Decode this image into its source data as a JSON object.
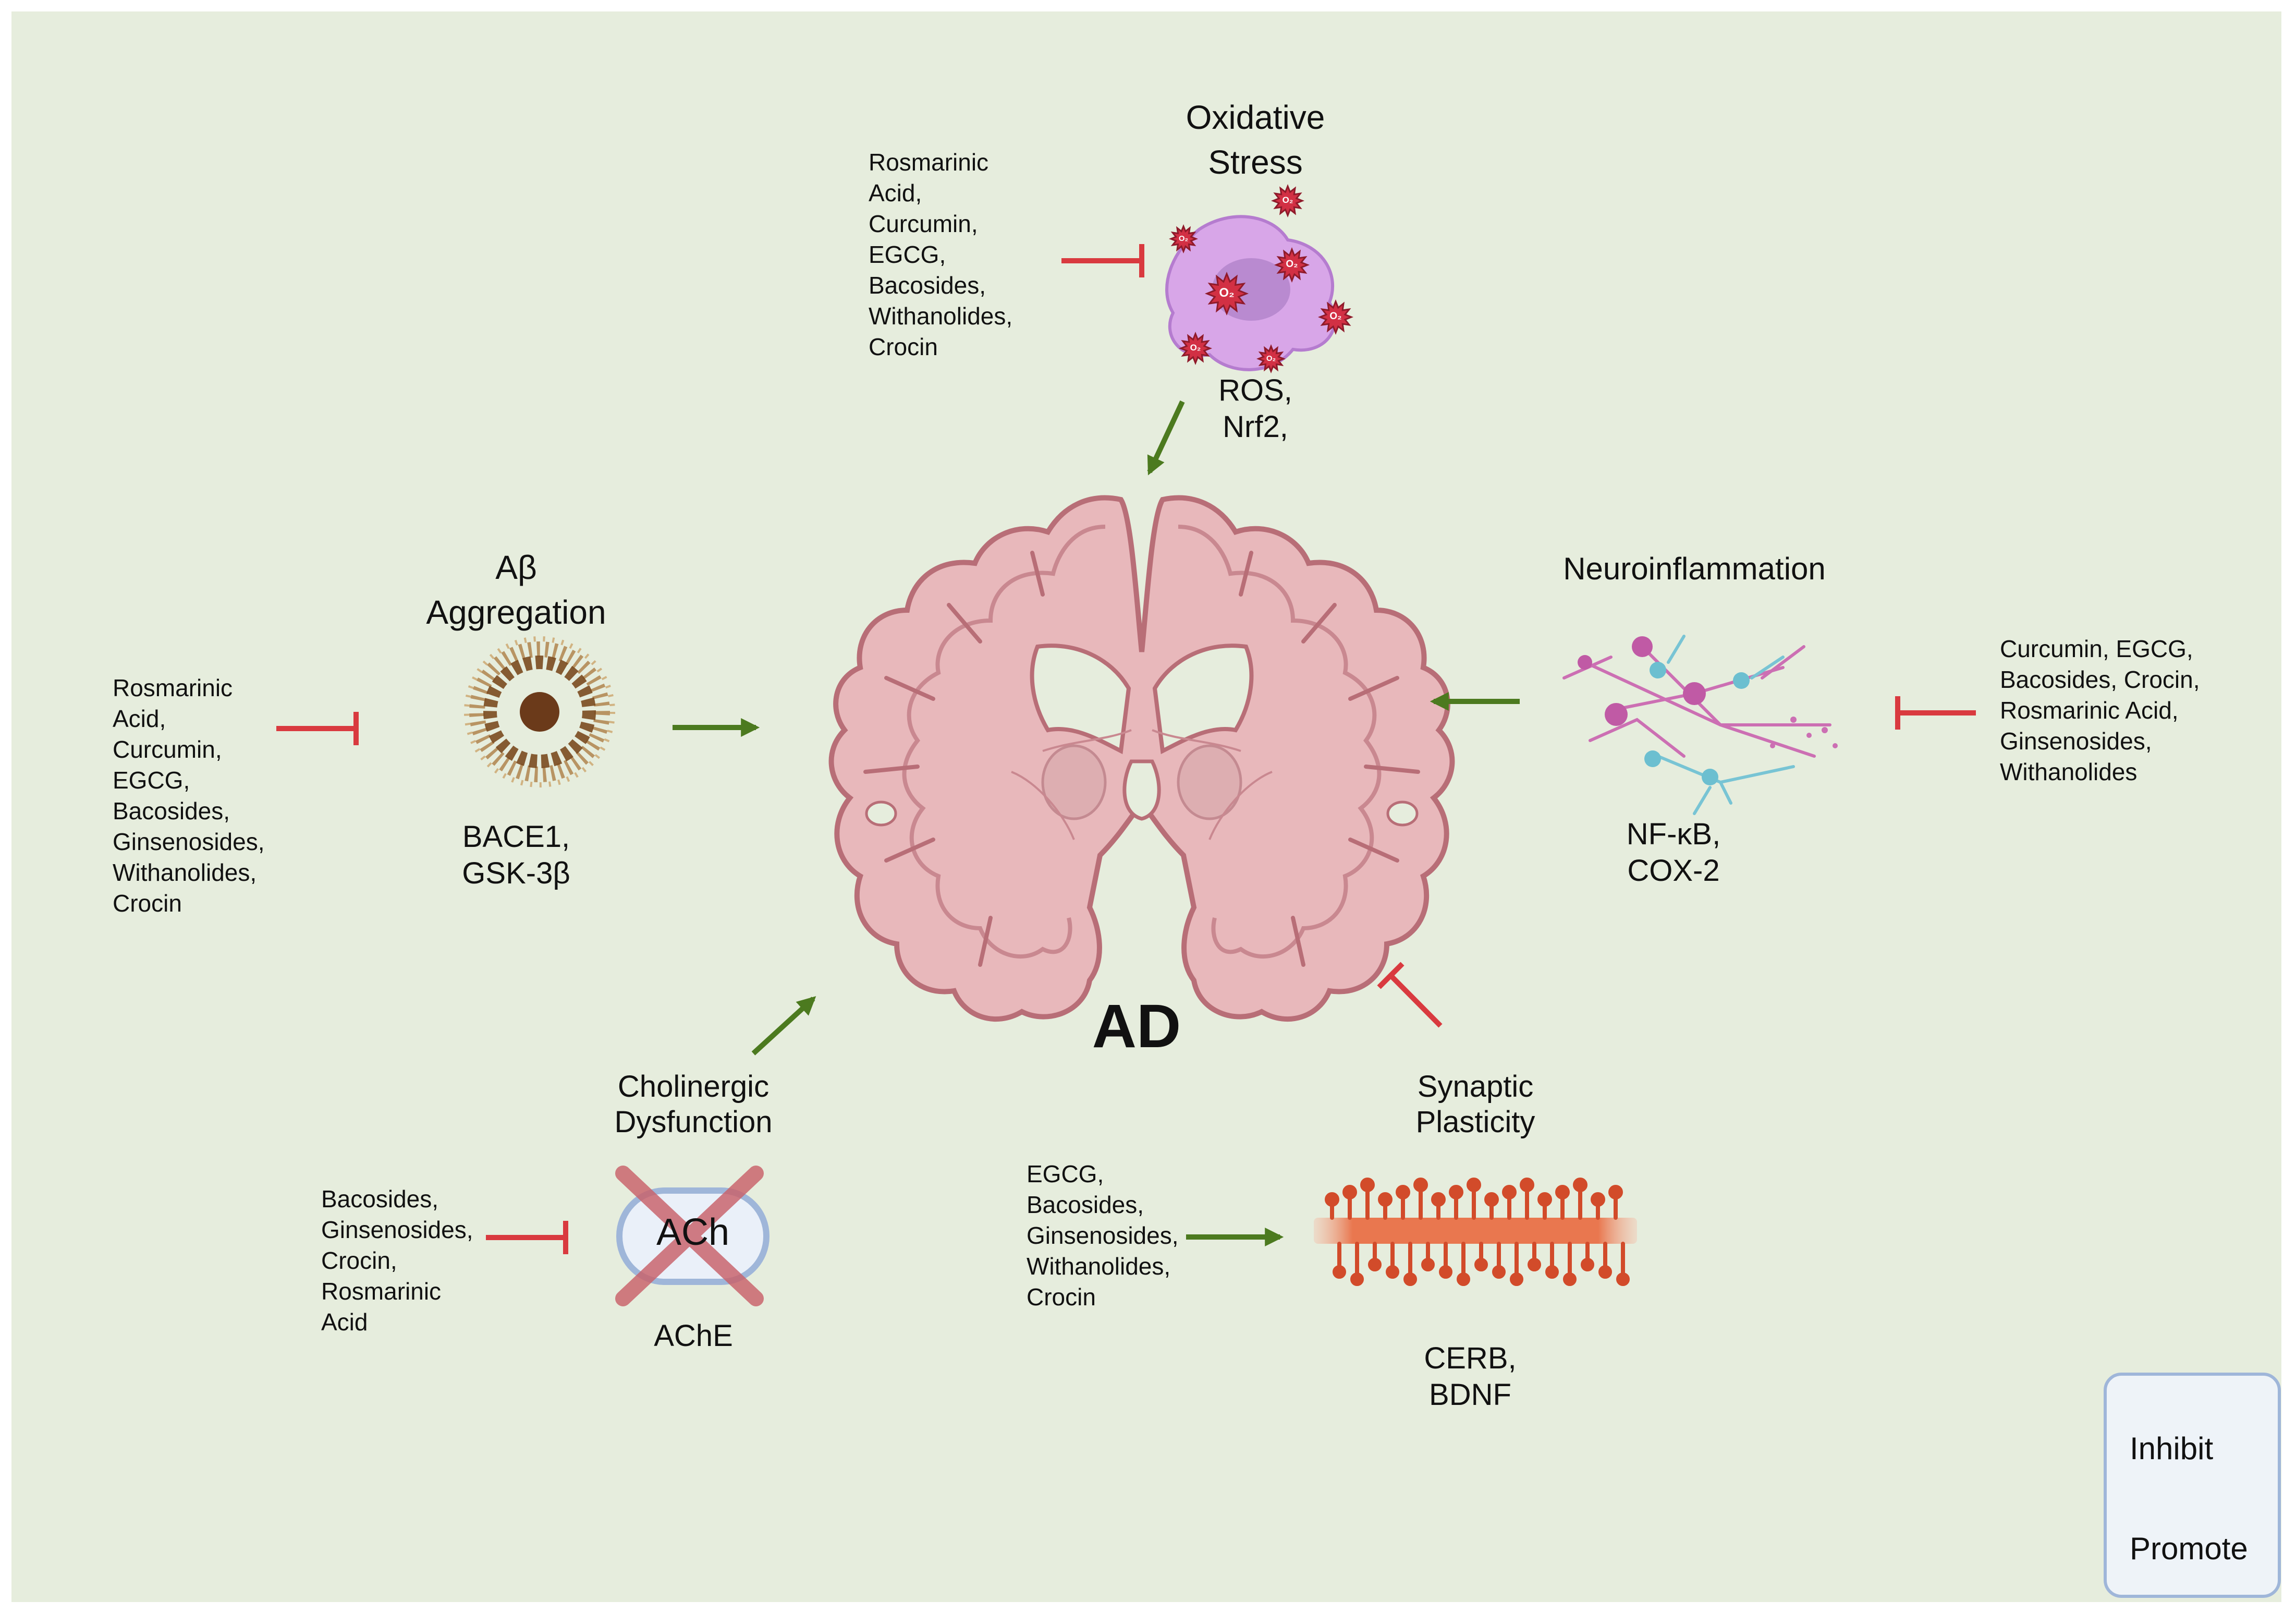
{
  "center": {
    "label": "AD"
  },
  "oxidative_stress": {
    "title": "Oxidative\nStress",
    "drugs": "Rosmarinic\nAcid,\nCurcumin,\nEGCG,\nBacosides,\nWithanolides,\nCrocin",
    "molecules": "ROS,\nNrf2,",
    "badge": "O₂"
  },
  "abeta": {
    "title": "Aβ\nAggregation",
    "drugs": "Rosmarinic\nAcid,\nCurcumin,\nEGCG,\nBacosides,\nGinsenosides,\nWithanolides,\nCrocin",
    "molecules": "BACE1,\nGSK-3β"
  },
  "neuroinflammation": {
    "title": "Neuroinflammation",
    "drugs": "Curcumin, EGCG,\nBacosides, Crocin,\nRosmarinic Acid,\nGinsenosides,\nWithanolides",
    "molecules": "NF-κB,\nCOX-2"
  },
  "cholinergic": {
    "title": "Cholinergic\nDysfunction",
    "drugs": "Bacosides,\nGinsenosides,\nCrocin,\nRosmarinic\nAcid",
    "molecules": "AChE",
    "capsule_label": "ACh"
  },
  "synaptic": {
    "title": "Synaptic\nPlasticity",
    "drugs": "EGCG,\nBacosides,\nGinsenosides,\nWithanolides,\nCrocin",
    "molecules": "CERB,\nBDNF"
  },
  "legend": {
    "inhibit": "Inhibit",
    "promote": "Promote"
  },
  "colors": {
    "background": "#e6eddd",
    "inhibit": "#d93a3f",
    "promote": "#4c7a1f",
    "brain": "#e8b8bb",
    "brain_outline": "#b86e77"
  }
}
